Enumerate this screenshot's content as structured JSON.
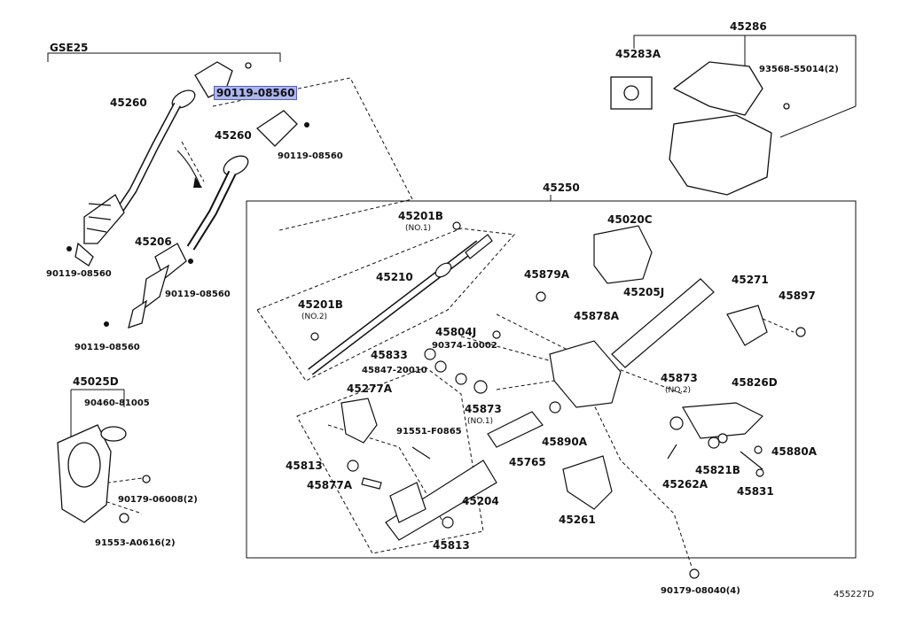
{
  "diagram": {
    "variant": "GSE25",
    "figure_code": "455227D",
    "highlighted_part": "90119-08560",
    "labels": {
      "p45260a": "45260",
      "p90119_hl": "90119-08560",
      "p45260b": "45260",
      "p90119_b": "90119-08560",
      "p45206": "45206",
      "p90119_c": "90119-08560",
      "p90119_d": "90119-08560",
      "p90119_e": "90119-08560",
      "p45286": "45286",
      "p45283a": "45283A",
      "p93568": "93568-55014(2)",
      "p45250": "45250",
      "p45201b_1": "45201B",
      "no1_a": "(NO.1)",
      "p45020c": "45020C",
      "p45210": "45210",
      "p45879a": "45879A",
      "p45205j": "45205J",
      "p45271": "45271",
      "p45897": "45897",
      "p45201b_2": "45201B",
      "no2_a": "(NO.2)",
      "p45804j": "45804J",
      "p45878a": "45878A",
      "p90374": "90374-10002",
      "p45833": "45833",
      "p45847": "45847-20010",
      "p45025d": "45025D",
      "p90460": "90460-81005",
      "p45277a": "45277A",
      "p45873a": "45873",
      "no1_b": "(NO.1)",
      "p45873b": "45873",
      "no2_b": "(NO.2)",
      "p45826d": "45826D",
      "p91551": "91551-F0865",
      "p45890a": "45890A",
      "p45880a": "45880A",
      "p45813a": "45813",
      "p45765": "45765",
      "p45821b": "45821B",
      "p45877a": "45877A",
      "p45262a": "45262A",
      "p45831": "45831",
      "p90179_06008": "90179-06008(2)",
      "p45204": "45204",
      "p45261": "45261",
      "p91553": "91553-A0616(2)",
      "p45813b": "45813",
      "p90179_08040": "90179-08040(4)"
    }
  }
}
